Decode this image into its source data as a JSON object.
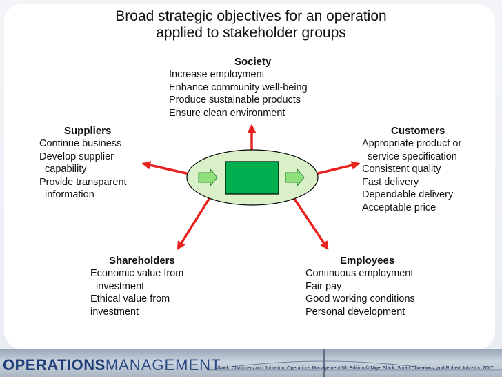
{
  "title": {
    "line1": "Broad strategic objectives for an operation",
    "line2": "applied to stakeholder groups"
  },
  "groups": {
    "society": {
      "heading": "Society",
      "lines": [
        "Increase employment",
        "Enhance community well-being",
        "Produce sustainable products",
        "Ensure clean environment"
      ]
    },
    "suppliers": {
      "heading": "Suppliers",
      "lines": [
        "Continue business",
        "Develop supplier",
        "  capability",
        "Provide transparent",
        "  information"
      ]
    },
    "customers": {
      "heading": "Customers",
      "lines": [
        "Appropriate product or",
        "  service specification",
        "Consistent quality",
        "Fast delivery",
        "Dependable delivery",
        "Acceptable price"
      ]
    },
    "shareholders": {
      "heading": "Shareholders",
      "lines": [
        "Economic value from",
        "  investment",
        "Ethical value from",
        "investment"
      ]
    },
    "employees": {
      "heading": "Employees",
      "lines": [
        "Continuous employment",
        "Fair pay",
        "Good working conditions",
        "Personal development"
      ]
    }
  },
  "colors": {
    "arrow": "#e8231f",
    "ellipse_fill": "#d9f0c8",
    "box_fill": "#00b050",
    "inner_arrow": "#8ee07a",
    "footer_brand": "#1f3e78"
  },
  "footer": {
    "brand_part1": "OPERATIONS",
    "brand_part2": "MANAGEMENT",
    "credit": "Slack, Chambers and Johnston, Operations Management 5th Edition © Nigel Slack, Stuart Chambers, and Robert Johnston 2007"
  }
}
